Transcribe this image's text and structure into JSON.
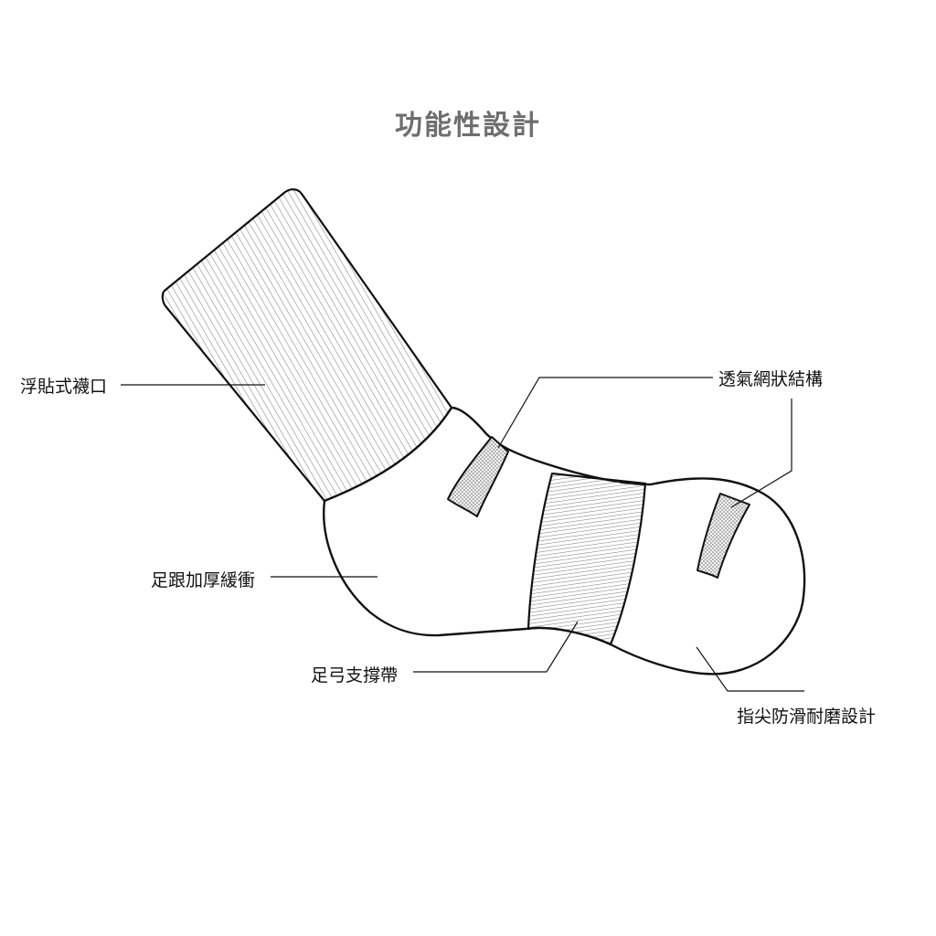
{
  "title": "功能性設計",
  "callouts": {
    "cuff": "浮貼式襪口",
    "mesh": "透氣網狀結構",
    "heel": "足跟加厚緩衝",
    "arch": "足弓支撐帶",
    "toe": "指尖防滑耐磨設計"
  },
  "colors": {
    "outline": "#111111",
    "title": "#6e6e6e",
    "mesh": "#bdbdbd",
    "rib": "#8a8a8a"
  }
}
